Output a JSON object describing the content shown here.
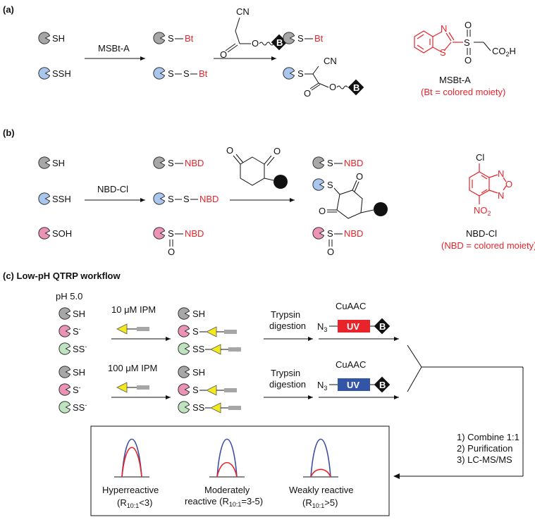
{
  "colors": {
    "grey": "#a7a7a7",
    "blue": "#a9c6ee",
    "pink": "#eb93b6",
    "green": "#bfe2bf",
    "red": "#e8232a",
    "uv_red": "#e8232a",
    "uv_blue": "#3355a8",
    "yellow": "#f2ea1c",
    "trace_blue": "#3a4fa3",
    "trace_red": "#e8232a"
  },
  "panel_a": {
    "label": "(a)",
    "reagent_arrow": "MSBt-A",
    "thiol": "SH",
    "persulfide": "SSH",
    "s": "S",
    "bt": "Bt",
    "cn": "CN",
    "b": "B",
    "o": "O",
    "reagent_name": "MSBt-A",
    "reagent_note": "(Bt = colored moiety)",
    "s_atom": "S",
    "n_atom": "N",
    "co2h": "CO",
    "co2h_sub": "2",
    "co2h_h": "H"
  },
  "panel_b": {
    "label": "(b)",
    "reagent_arrow": "NBD-Cl",
    "thiol": "SH",
    "persulfide": "SSH",
    "sulfenic": "SOH",
    "nbd": "NBD",
    "s": "S",
    "o": "O",
    "reagent_name": "NBD-Cl",
    "reagent_note": "(NBD = colored moiety)",
    "cl": "Cl",
    "n": "N",
    "no2": "NO",
    "no2_sub": "2"
  },
  "panel_c": {
    "label": "(c)",
    "title": "Low-pH QTRP workflow",
    "ph": "pH 5.0",
    "sh": "SH",
    "s_minus": "S",
    "ss_minus": "SS",
    "minus": "-",
    "s": "S",
    "ss": "SS",
    "ipm_low": "10 μM IPM",
    "ipm_high": "100 μM IPM",
    "trypsin": "Trypsin",
    "digestion": "digestion",
    "cuaac": "CuAAC",
    "n3": "N",
    "n3_sub": "3",
    "uv": "UV",
    "b": "B",
    "steps": [
      "1) Combine 1:1",
      "2) Purification",
      "3) LC-MS/MS"
    ],
    "categories": [
      {
        "name": "Hyperreactive",
        "ratio_prefix": "(R",
        "ratio_sub": "10:1",
        "ratio_suffix": "<3)",
        "red_to_blue": 0.78
      },
      {
        "name": "Moderately",
        "name2": "reactive",
        "ratio_prefix": "(R",
        "ratio_sub": "10:1",
        "ratio_suffix": "=3-5)",
        "red_to_blue": 0.38
      },
      {
        "name": "Weakly reactive",
        "ratio_prefix": "(R",
        "ratio_sub": "10:1",
        "ratio_suffix": ">5)",
        "red_to_blue": 0.2
      }
    ]
  }
}
